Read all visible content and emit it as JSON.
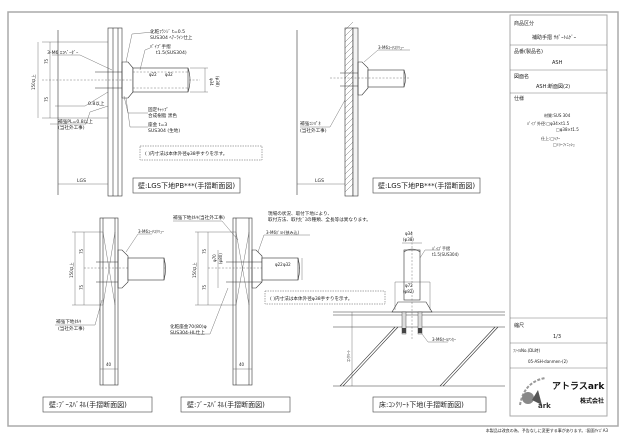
{
  "drawing": {
    "panel1": {
      "title": "壁:LGS下地PB***(手摺断面図)",
      "labels": [
        "3-M6 ｴｺﾍﾞｰﾀﾞｰ",
        "化粧ﾌﾗﾝｼﾞ t=0.5",
        "SUS304 ﾍｱｰﾗｲﾝ仕上",
        "ﾊﾟｲﾌﾟ手摺",
        "t1.5(SUS304)",
        "固定ｷｬｯﾌﾟ",
        "合成樹脂 黒色",
        "座金 t=3",
        "SUS304 (生地)",
        "0.8以上",
        "補強PL=0.8以上",
        "(当社外工事)",
        "LGS",
        "φ34",
        "(φ38)",
        "150以上",
        "75",
        "75",
        "φ22",
        "φ32"
      ],
      "note": "( )内寸法は本体外径φ38手すりを示す。"
    },
    "panel2": {
      "title": "壁:LGS下地PB***(手摺断面図)",
      "labels": [
        "3-M6ｺｰﾁｽｸﾘｭｰ",
        "補強ｺﾝﾊﾟﾈ",
        "(当社外工事)",
        "LGS"
      ]
    },
    "panel3": {
      "title": "壁:ﾌﾞｰｽﾊﾞﾈﾙ(手摺断面図)",
      "labels": [
        "3-M6ｺｰﾁｽｸﾘｭｰ",
        "補強下地ﾀﾙｷ",
        "(当社外工事)",
        "150以上",
        "75",
        "75",
        "40"
      ]
    },
    "panel4": {
      "title": "壁:ﾌﾞｰｽﾊﾞﾈﾙ(手摺断面図)",
      "labels": [
        "補強下地ﾀﾙｷ(当社外工事)",
        "3-M6ﾎﾞﾙﾄ(挟み込)",
        "化粧座金70(80)φ",
        "SUS304-HL仕上",
        "φ70",
        "(φ80)",
        "150以上",
        "75",
        "75",
        "40",
        "φ22",
        "φ32"
      ],
      "note": "( )内寸法は本体外径φ38手すりを示す。"
    },
    "panel5": {
      "title": "床:ｺﾝｸﾘｰﾄ下地(手摺断面図)",
      "note_lines": [
        "現場の状況、取付下地により、",
        "取付方法、取付ﾋﾞｽの種類、全長等は異なります。"
      ],
      "labels": [
        "φ34",
        "(φ38)",
        "ﾊﾟｲﾌﾟ手摺",
        "t1.5(SUS304)",
        "φ72",
        "(φ82)",
        "3-M6ｵｰﾙｱﾝｶｰ",
        "ｺﾝｸﾘｰﾄ"
      ]
    }
  },
  "title_block": {
    "category_label": "商品区分",
    "category_value": "補助手摺 ｻﾎﾟｰﾄﾑｹﾞｰ",
    "product_label": "品番(製品名)",
    "product_value": "ASH",
    "drawing_label": "図面名",
    "drawing_value": "ASH:断面図(2)",
    "spec_label": "仕様",
    "spec_lines": [
      "材質:SUS 304",
      "ﾊﾟｲﾌﾟ外径:□φ34×t1.5",
      "□φ38×t1.5",
      "仕上:□ﾍｱｰ",
      "□ﾐﾗｰﾌｨﾆｯｼｭ"
    ],
    "scale_label": "縮尺",
    "scale_value": "1/3",
    "file_label": "ﾌｧｲﾙNo.(DL時)",
    "file_value": "05-ASH-danmen-(2)",
    "logo_text": "アトラスark",
    "logo_sub": "株式会社"
  },
  "footer": "本製品は改良の為、予告なしに変更する事があります。:図面ｻｲｽﾞA3"
}
